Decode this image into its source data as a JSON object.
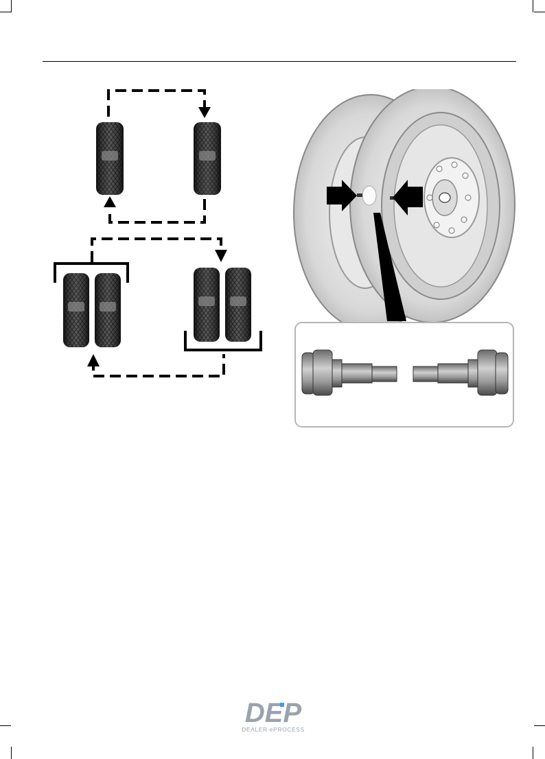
{
  "watermark": {
    "logo_text": "DEP",
    "subtitle": "DEALER ePROCESS",
    "color": "#9aa3ad",
    "accent": "#3aa0e0"
  },
  "icons": [
    "tire-rotation-diagram",
    "dual-wheel-valve-diagram",
    "valve-stem-icon"
  ],
  "colors": {
    "tire_dark": "#1c1c1c",
    "tire_light": "#d9d9d9",
    "rule": "#000000"
  }
}
